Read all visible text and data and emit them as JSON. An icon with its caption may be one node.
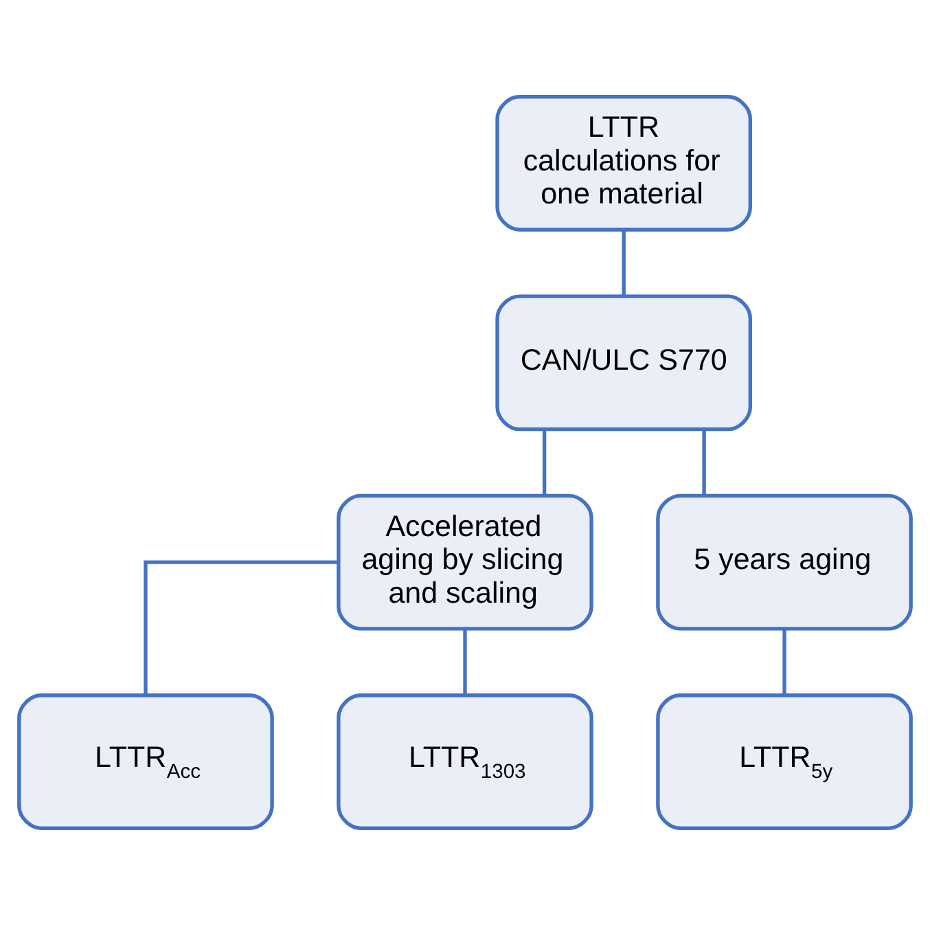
{
  "diagram": {
    "nodes": [
      {
        "text": [
          "LTTR calculations for one material"
        ]
      },
      {
        "text": [
          "CAN/ULC S770"
        ]
      },
      {
        "text": [
          "Accelerated aging by slicing and scaling"
        ]
      },
      {
        "text": [
          "5 years aging"
        ]
      },
      {
        "text": [
          "LTTR$_{Acc}$"
        ]
      },
      {
        "text": [
          "LTTR$_{1303}$"
        ]
      },
      {
        "text": [
          "LTTR$_{5y}$"
        ]
      }
    ],
    "edges": [
      {
        "from": 0,
        "to": 1,
        "arrow": "none"
      },
      {
        "from": 1,
        "to": 2,
        "arrow": "none"
      },
      {
        "from": 1,
        "to": 3,
        "arrow": "none"
      },
      {
        "from": 2,
        "to": 4,
        "arrow": "none"
      },
      {
        "from": 2,
        "to": 5,
        "arrow": "none"
      },
      {
        "from": 3,
        "to": 6,
        "arrow": "none"
      }
    ]
  }
}
